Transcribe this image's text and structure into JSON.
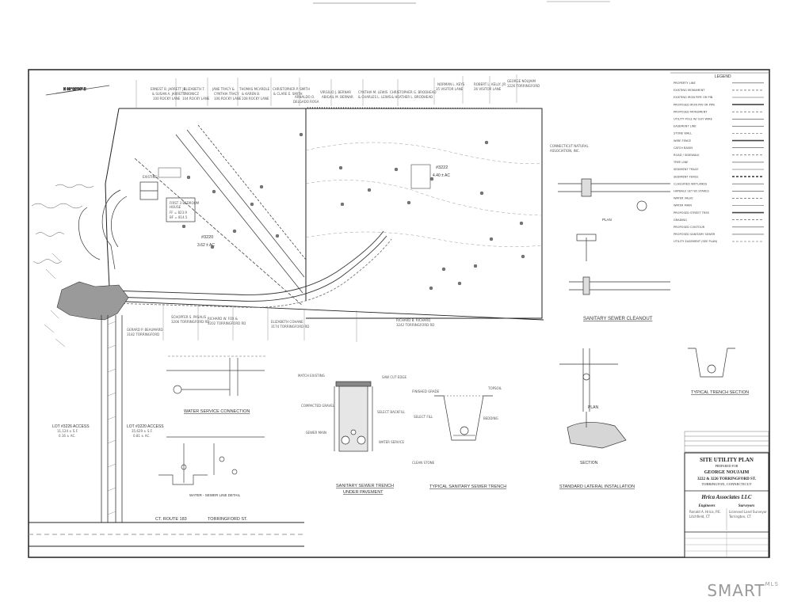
{
  "title_block": {
    "title": "SITE UTILITY PLAN",
    "prepared_for": "PREPARED FOR",
    "client": "GEORGE NOUJAIM",
    "address_line": "3222 & 3226 TORRINGFORD ST.",
    "city_line": "TORRINGTON, CONNECTICUT",
    "firm": "Hrica Associates LLC",
    "engineers": "Engineers",
    "surveyors": "Surveyors"
  },
  "legend": {
    "heading": "LEGEND",
    "items": [
      "PROPERTY LINE",
      "EXISTING MONUMENT",
      "EXISTING IRON PIPE OR PIN",
      "PROPOSED IRON PIN OR PIPE",
      "PROPOSED MONUMENT",
      "UTILITY POLE W/ GUY WIRE",
      "EASEMENT LINE",
      "STONE WALL",
      "WIRE FENCE",
      "CATCH BASIN",
      "ROAD / SIDEWALK",
      "TREE LINE",
      "SEDIMENT TRACE",
      "SEDIMENT FENCE",
      "CLASSIFIED WETLANDS",
      "HAYBALE SET W/ STAKES",
      "WATER VALVE",
      "WATER MAIN",
      "PROPOSED STREET TREE",
      "GRADING",
      "PROPOSED CONTOUR",
      "PROPOSED SANITARY SEWER",
      "UTILITY EASEMENT (SEE PLAN)"
    ]
  },
  "plan_labels": {
    "parcel_a": "#3220",
    "parcel_a_area": "3.62 ± AC",
    "parcel_b": "#3222",
    "parcel_b_area": "4.40 ± AC",
    "lot_left": "LOT #3226 ACCESS",
    "lot_right": "LOT #3220 ACCESS",
    "road": "TORRINGFORD ST.",
    "route": "CT. ROUTE 183"
  },
  "details": {
    "cleanout": "SANITARY SEWER CLEANOUT",
    "trench_section": "TYPICAL TRENCH SECTION",
    "water_service": "WATER SERVICE CONNECTION",
    "water_sewer": "WATER - SEWER LINE DETAIL",
    "trench_under_pavement_1": "SANITARY SEWER TRENCH",
    "trench_under_pavement_2": "UNDER PAVEMENT",
    "typical_trench": "TYPICAL SANITARY SEWER TRENCH",
    "lateral": "STANDARD LATERAL INSTALLATION",
    "plan": "PLAN",
    "section": "SECTION"
  },
  "watermark": {
    "brand": "SMART",
    "suffix": "MLS"
  }
}
